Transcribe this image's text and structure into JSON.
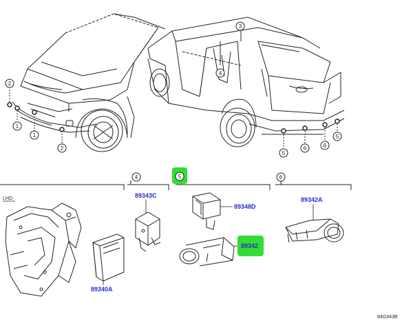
{
  "callouts": {
    "front": [
      "2",
      "1",
      "1",
      "2"
    ],
    "rear_car_top": [
      "3",
      "4"
    ],
    "rear_bottom": [
      "5",
      "6",
      "6",
      "5"
    ]
  },
  "sections": {
    "s4": "4",
    "s5": "5",
    "s6": "6",
    "lhd": "LHD"
  },
  "parts": {
    "p89343C": "89343C",
    "p89348D": "89348D",
    "p89342": "89342",
    "p89342A": "89342A",
    "p89340A": "89340A"
  },
  "colors": {
    "line": "#222222",
    "part_number": "#2b2bcc",
    "highlight": "#33dd33"
  },
  "diagram_code": "84G943B"
}
